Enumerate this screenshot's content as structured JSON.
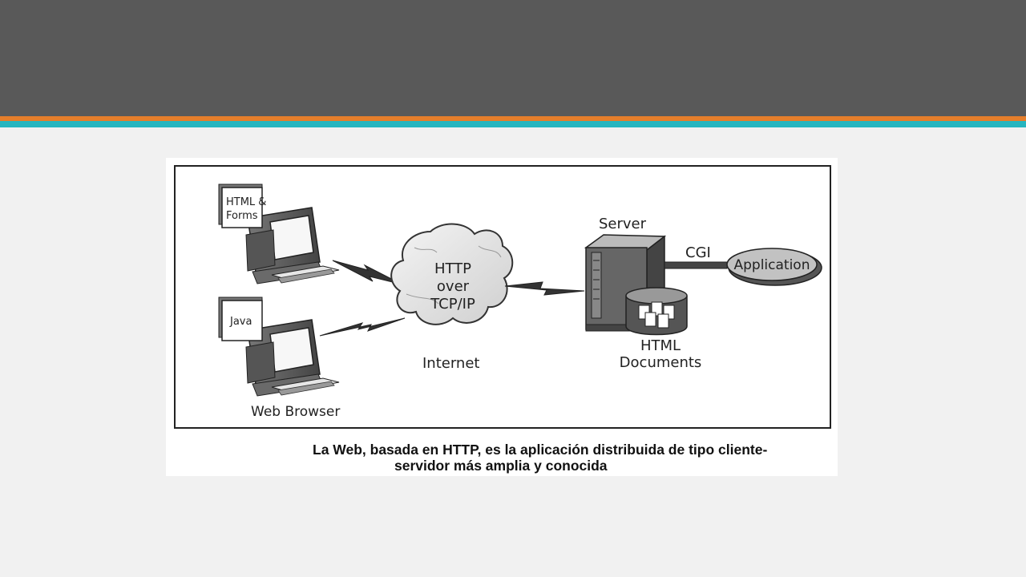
{
  "colors": {
    "header_bar": "#595959",
    "accent_orange": "#e57e2b",
    "accent_teal": "#27b5bf",
    "background": "#f1f1f1"
  },
  "diagram": {
    "client_top_page": [
      "HTML &",
      "Forms"
    ],
    "client_bottom_page": "Java",
    "client_label": "Web Browser",
    "cloud_text": [
      "HTTP",
      "over",
      "TCP/IP"
    ],
    "cloud_label": "Internet",
    "server_label": "Server",
    "cgi_label": "CGI",
    "application_label": "Application",
    "documents_label": [
      "HTML",
      "Documents"
    ]
  },
  "caption": {
    "line1": "La Web, basada en HTTP, es la aplicación distribuida de tipo cliente-",
    "line2": "servidor más amplia y conocida"
  }
}
